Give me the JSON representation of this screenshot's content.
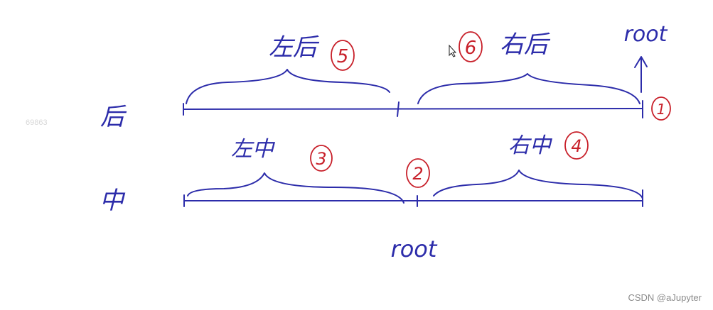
{
  "rows": {
    "postorder": {
      "label": "后",
      "segments": {
        "left": {
          "label": "左后",
          "step": "5"
        },
        "right": {
          "label": "右后",
          "step": "6"
        },
        "root": {
          "label": "root",
          "step": "1"
        }
      }
    },
    "inorder": {
      "label": "中",
      "segments": {
        "left": {
          "label": "左中",
          "step": "3"
        },
        "root": {
          "label": "root",
          "step": "2"
        },
        "right": {
          "label": "右中",
          "step": "4"
        }
      }
    }
  },
  "faint_mark": "69863",
  "watermark": "CSDN @aJupyter",
  "colors": {
    "ink": "#2c2caa",
    "marker": "#c8202a"
  }
}
